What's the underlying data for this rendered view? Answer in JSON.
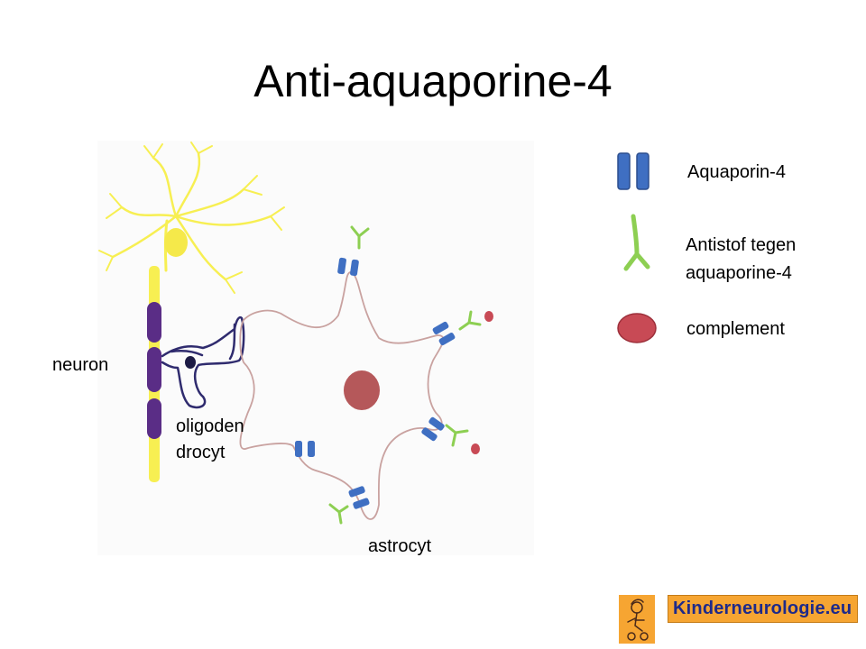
{
  "title": "Anti-aquaporine-4",
  "labels": {
    "neuron": "neuron",
    "oligodendrocyte_line1": "oligoden",
    "oligodendrocyte_line2": "drocyt",
    "astrocyte": "astrocyt"
  },
  "legend": {
    "aquaporin": "Aquaporin-4",
    "antibody_line1": "Antistof tegen",
    "antibody_line2": "aquaporine-4",
    "complement": "complement"
  },
  "branding": {
    "site": "Kinderneurologie.eu"
  },
  "colors": {
    "neuron": "#f7ef52",
    "myelin": "#5a2d86",
    "aquaporin": "#3f6fc2",
    "antibody": "#8dcf52",
    "complement": "#c84a55",
    "astrocyte_outline": "#c9a2a0",
    "nucleus": "#b5585a",
    "brand_bg": "#f6a532",
    "brand_text": "#1e2a8a"
  },
  "icons": [
    "aquaporin-channel-icon",
    "antibody-y-icon",
    "complement-ellipse-icon",
    "child-logo-icon"
  ]
}
